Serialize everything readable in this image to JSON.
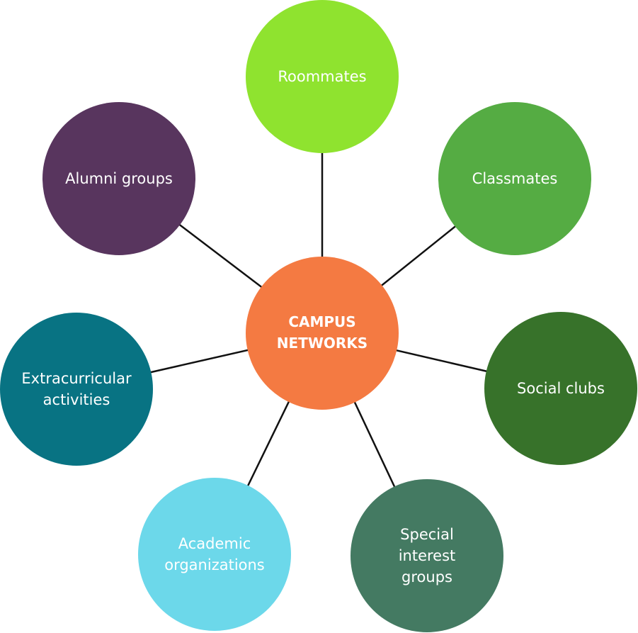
{
  "center": {
    "label_lines": [
      "CAMPUS",
      "NETWORKS"
    ],
    "color": "#F47A42"
  },
  "nodes": [
    {
      "id": "roommates",
      "label_lines": [
        "Roommates"
      ],
      "color": "#8FE32F"
    },
    {
      "id": "classmates",
      "label_lines": [
        "Classmates"
      ],
      "color": "#55AC43"
    },
    {
      "id": "social-clubs",
      "label_lines": [
        "Social clubs"
      ],
      "color": "#37722A"
    },
    {
      "id": "special-interest-groups",
      "label_lines": [
        "Special",
        "interest",
        "groups"
      ],
      "color": "#447A62"
    },
    {
      "id": "academic-organizations",
      "label_lines": [
        "Academic",
        "organizations"
      ],
      "color": "#6CD8EA"
    },
    {
      "id": "extracurricular-activities",
      "label_lines": [
        "Extracurricular",
        "activities"
      ],
      "color": "#087383"
    },
    {
      "id": "alumni-groups",
      "label_lines": [
        "Alumni groups"
      ],
      "color": "#58355E"
    }
  ]
}
